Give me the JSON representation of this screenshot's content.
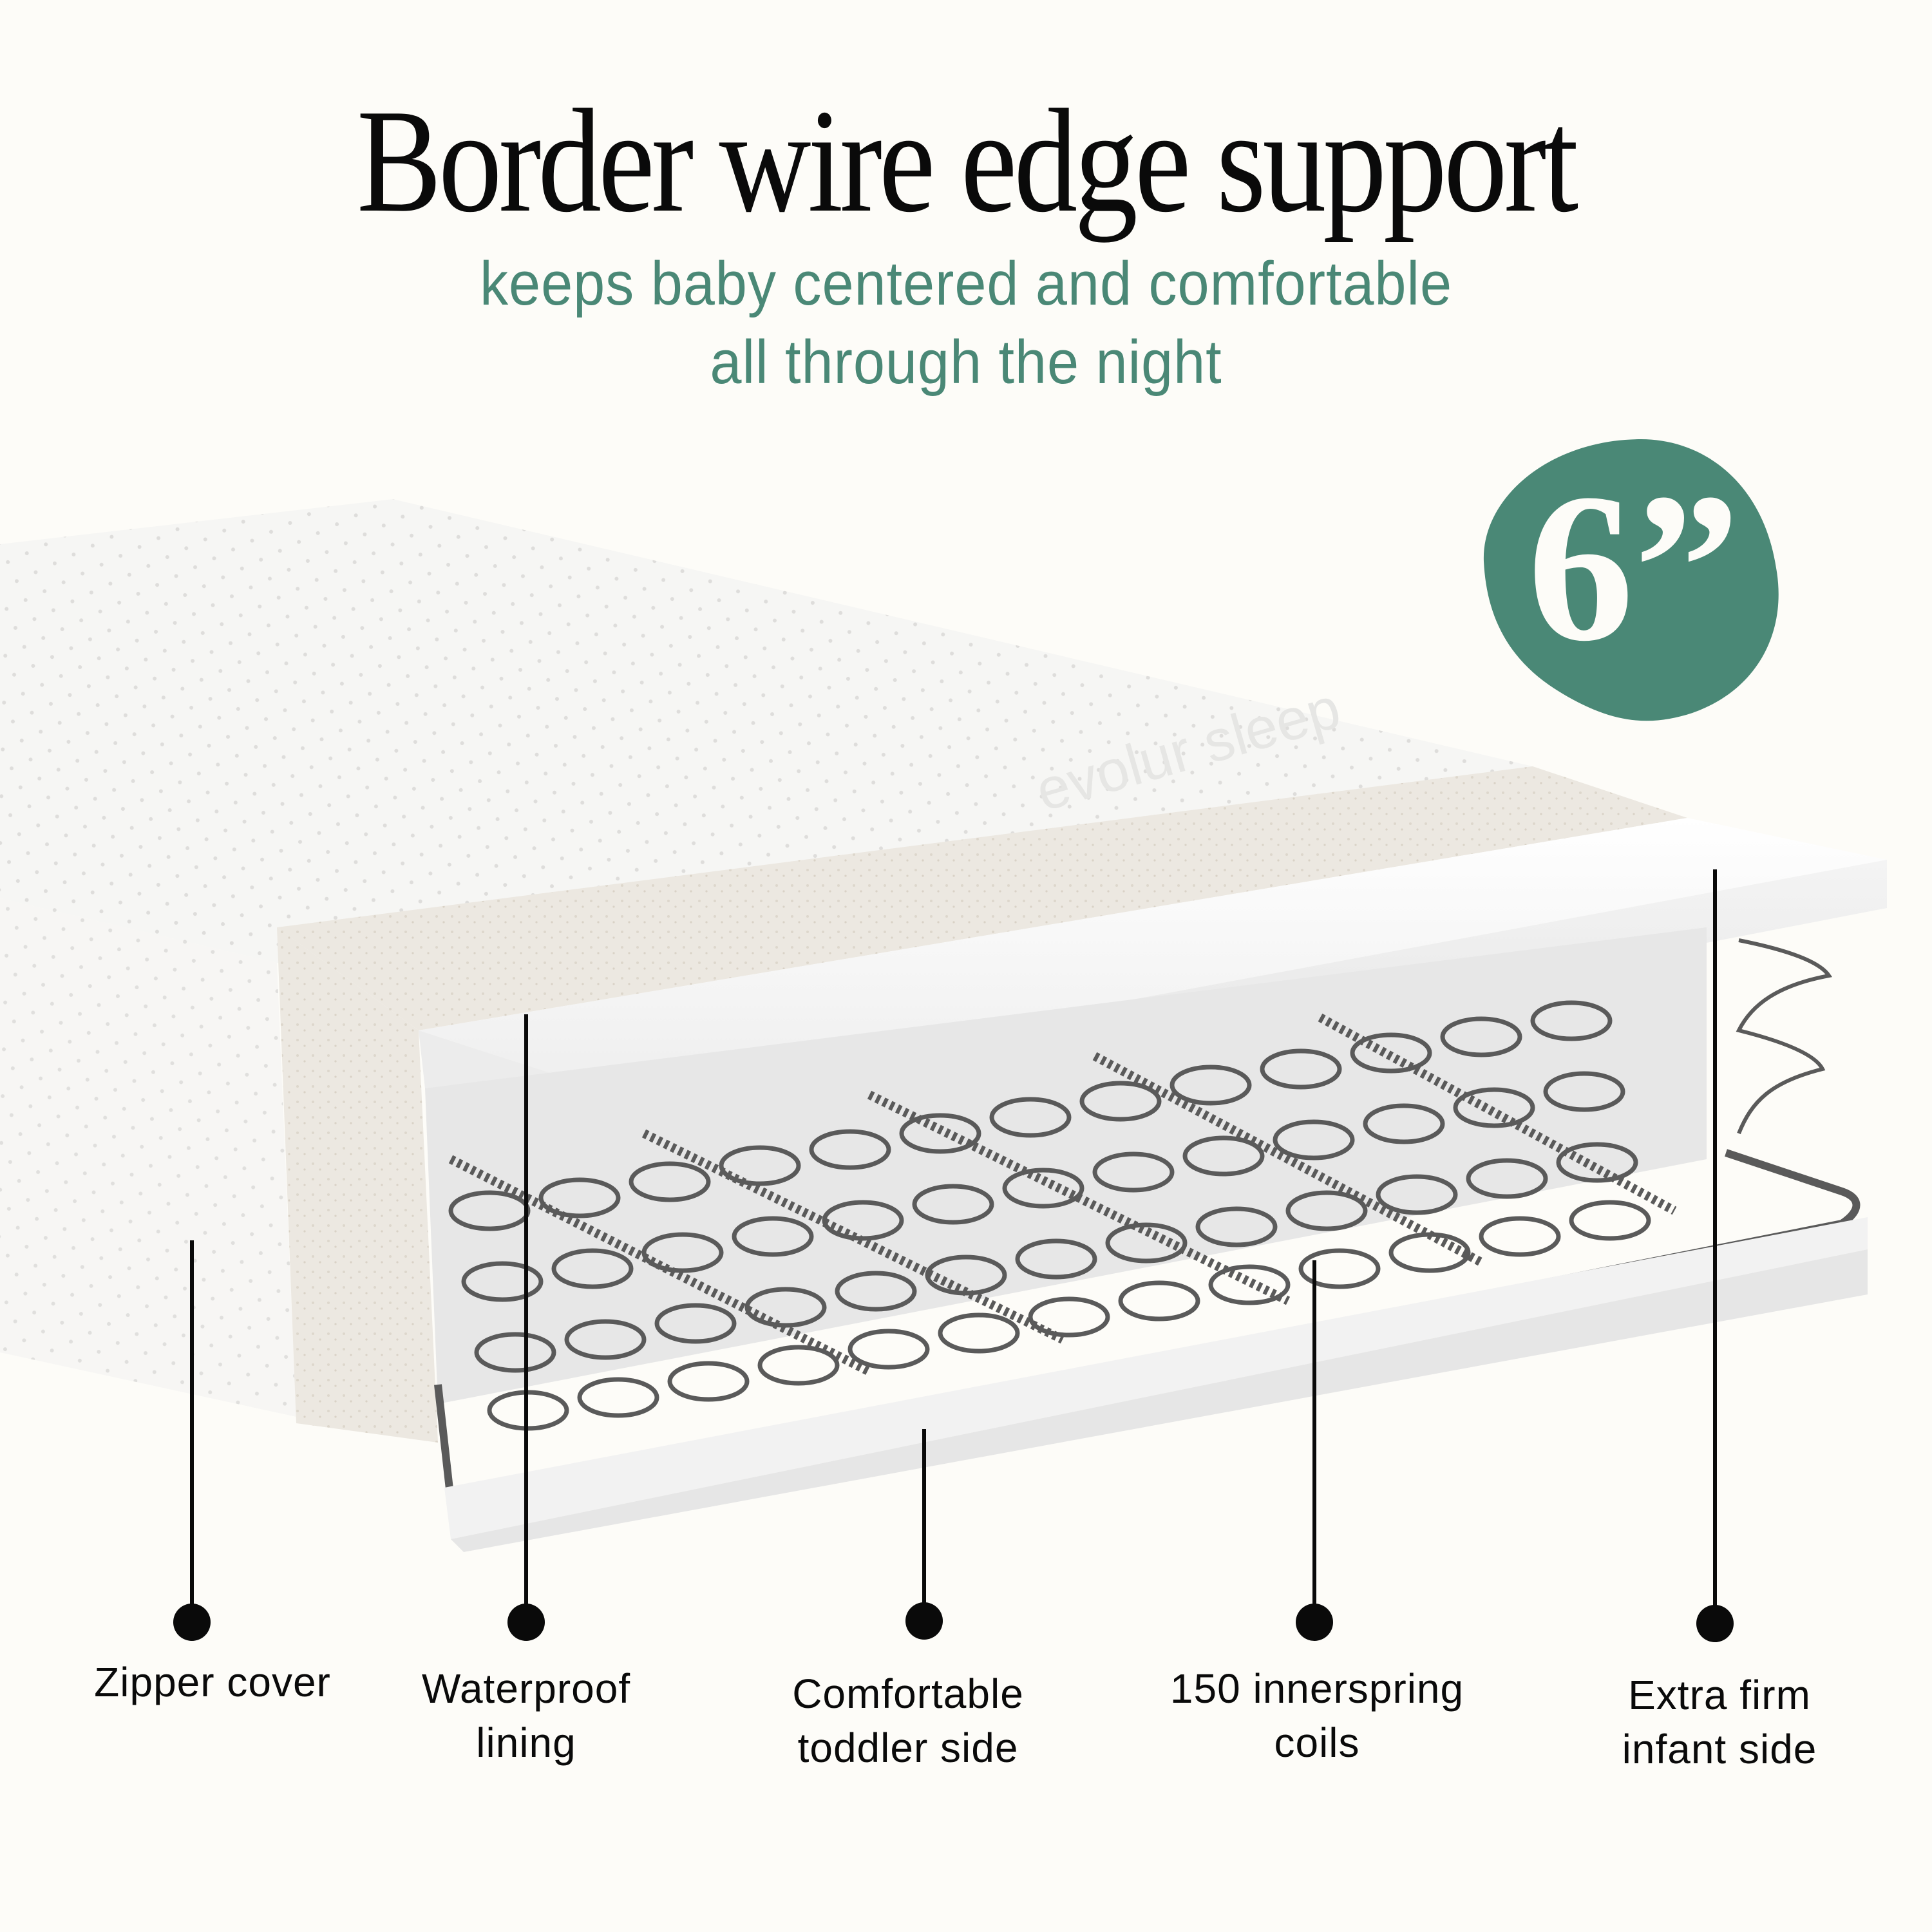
{
  "header": {
    "title": "Border wire edge support",
    "subtitle_line1": "keeps baby centered and comfortable",
    "subtitle_line2": "all through the night"
  },
  "badge": {
    "text": "6”",
    "color": "#4a8876"
  },
  "illustration": {
    "subject": "crib mattress cross-section",
    "brand_pattern_text": "evolur sleep"
  },
  "callouts": [
    {
      "id": "zipper-cover",
      "line1": "Zipper cover",
      "line2": ""
    },
    {
      "id": "waterproof-lining",
      "line1": "Waterproof",
      "line2": "lining"
    },
    {
      "id": "toddler-side",
      "line1": "Comfortable",
      "line2": "toddler side"
    },
    {
      "id": "innerspring-coils",
      "line1": "150 innerspring",
      "line2": "coils"
    },
    {
      "id": "infant-side",
      "line1": "Extra firm",
      "line2": "infant side"
    }
  ],
  "colors": {
    "background": "#fdfcf8",
    "accent": "#4a8876",
    "text": "#0a0a0a"
  }
}
